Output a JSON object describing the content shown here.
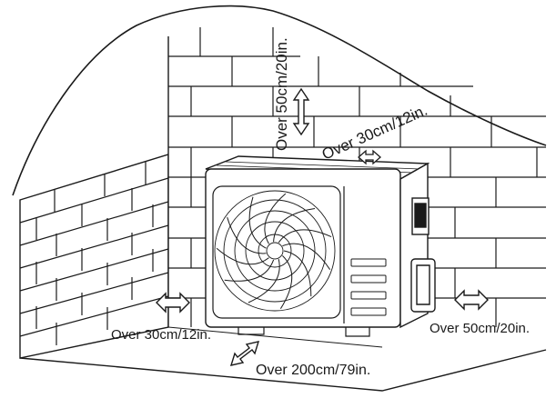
{
  "labels": {
    "top_clearance": "Over 50cm/20in.",
    "rear_clearance": "Over 30cm/12in.",
    "left_clearance": "Over 30cm/12in.",
    "right_clearance": "Over 50cm/20in.",
    "front_clearance": "Over 200cm/79in."
  },
  "icons": {
    "vertical_arrow": "double-arrow-vertical",
    "horizontal_arrow": "double-arrow-horizontal",
    "diagonal_arrow": "double-arrow-diagonal"
  },
  "colors": {
    "line": "#1a1a1a",
    "background": "#ffffff"
  }
}
